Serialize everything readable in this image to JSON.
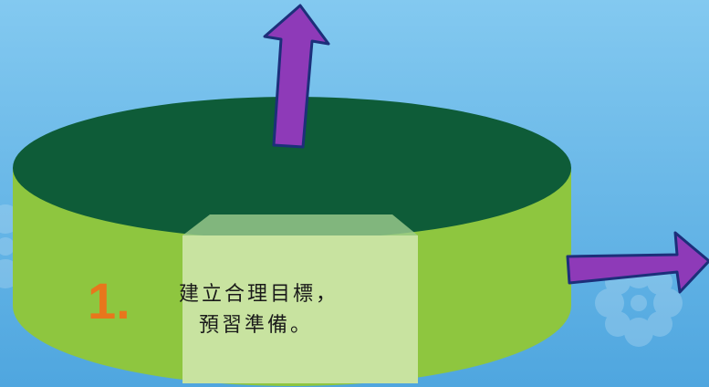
{
  "colors": {
    "sky_top": "#83c9f0",
    "sky_bottom": "#4fa6df",
    "cylinder_side": "#8ec63f",
    "cylinder_top": "#0e5c38",
    "panel": "#c8e3a0",
    "arrow_fill": "#8e3ab8",
    "arrow_stroke": "#1c2f7a",
    "number": "#e8761c"
  },
  "icons": {
    "arrow_up": "arrow-up-icon",
    "arrow_right": "arrow-right-icon"
  },
  "step": {
    "number": "1.",
    "line1": "建立合理目標，",
    "line2": "預習準備。"
  }
}
